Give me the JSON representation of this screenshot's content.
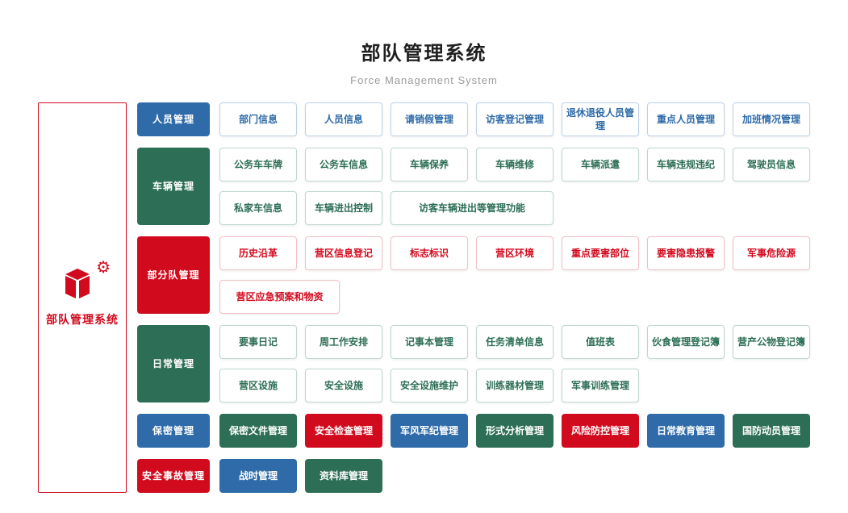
{
  "header": {
    "title": "部队管理系统",
    "subtitle": "Force Management System"
  },
  "root": {
    "label": "部队管理系统"
  },
  "icons": {
    "gear": "⚙",
    "cube": "cube-shape"
  },
  "colors": {
    "blue": "#2e6ba8",
    "green": "#2d6e56",
    "red": "#d20a1e"
  },
  "rows": [
    {
      "category": {
        "label": "人员管理",
        "color": "blue"
      },
      "item_style": "outline",
      "items": [
        {
          "label": "部门信息",
          "color": "blue"
        },
        {
          "label": "人员信息",
          "color": "blue"
        },
        {
          "label": "请销假管理",
          "color": "blue"
        },
        {
          "label": "访客登记管理",
          "color": "blue"
        },
        {
          "label": "退休退役人员管理",
          "color": "blue"
        },
        {
          "label": "重点人员管理",
          "color": "blue"
        },
        {
          "label": "加班情况管理",
          "color": "blue"
        }
      ]
    },
    {
      "category": {
        "label": "车辆管理",
        "color": "green"
      },
      "item_style": "outline",
      "items": [
        {
          "label": "公务车车牌",
          "color": "green"
        },
        {
          "label": "公务车信息",
          "color": "green"
        },
        {
          "label": "车辆保养",
          "color": "green"
        },
        {
          "label": "车辆维修",
          "color": "green"
        },
        {
          "label": "车辆派遣",
          "color": "green"
        },
        {
          "label": "车辆违规违纪",
          "color": "green"
        },
        {
          "label": "驾驶员信息",
          "color": "green"
        },
        {
          "label": "私家车信息",
          "color": "green"
        },
        {
          "label": "车辆进出控制",
          "color": "green"
        },
        {
          "label": "访客车辆进出等管理功能",
          "color": "green",
          "span": 2
        }
      ]
    },
    {
      "category": {
        "label": "部分队管理",
        "color": "red"
      },
      "item_style": "outline",
      "items": [
        {
          "label": "历史沿革",
          "color": "red"
        },
        {
          "label": "营区信息登记",
          "color": "red"
        },
        {
          "label": "标志标识",
          "color": "red"
        },
        {
          "label": "营区环境",
          "color": "red"
        },
        {
          "label": "重点要害部位",
          "color": "red"
        },
        {
          "label": "要害隐患报警",
          "color": "red"
        },
        {
          "label": "军事危险源",
          "color": "red"
        },
        {
          "label": "营区应急预案和物资",
          "color": "red",
          "span": 1.5
        }
      ]
    },
    {
      "category": {
        "label": "日常管理",
        "color": "green"
      },
      "item_style": "outline",
      "items": [
        {
          "label": "要事日记",
          "color": "green"
        },
        {
          "label": "周工作安排",
          "color": "green"
        },
        {
          "label": "记事本管理",
          "color": "green"
        },
        {
          "label": "任务清单信息",
          "color": "green"
        },
        {
          "label": "值班表",
          "color": "green"
        },
        {
          "label": "伙食管理登记簿",
          "color": "green"
        },
        {
          "label": "营产公物登记簿",
          "color": "green"
        },
        {
          "label": "营区设施",
          "color": "green"
        },
        {
          "label": "安全设施",
          "color": "green"
        },
        {
          "label": "安全设施维护",
          "color": "green"
        },
        {
          "label": "训练器材管理",
          "color": "green"
        },
        {
          "label": "军事训练管理",
          "color": "green"
        }
      ]
    },
    {
      "category": {
        "label": "保密管理",
        "color": "blue"
      },
      "item_style": "solid",
      "items": [
        {
          "label": "保密文件管理",
          "color": "green"
        },
        {
          "label": "安全检查管理",
          "color": "red"
        },
        {
          "label": "军风军纪管理",
          "color": "blue"
        },
        {
          "label": "形式分析管理",
          "color": "green"
        },
        {
          "label": "风险防控管理",
          "color": "red"
        },
        {
          "label": "日常教育管理",
          "color": "blue"
        },
        {
          "label": "国防动员管理",
          "color": "green"
        }
      ]
    },
    {
      "category": {
        "label": "安全事故管理",
        "color": "red"
      },
      "item_style": "solid",
      "items": [
        {
          "label": "战时管理",
          "color": "blue"
        },
        {
          "label": "资料库管理",
          "color": "green"
        }
      ]
    }
  ]
}
